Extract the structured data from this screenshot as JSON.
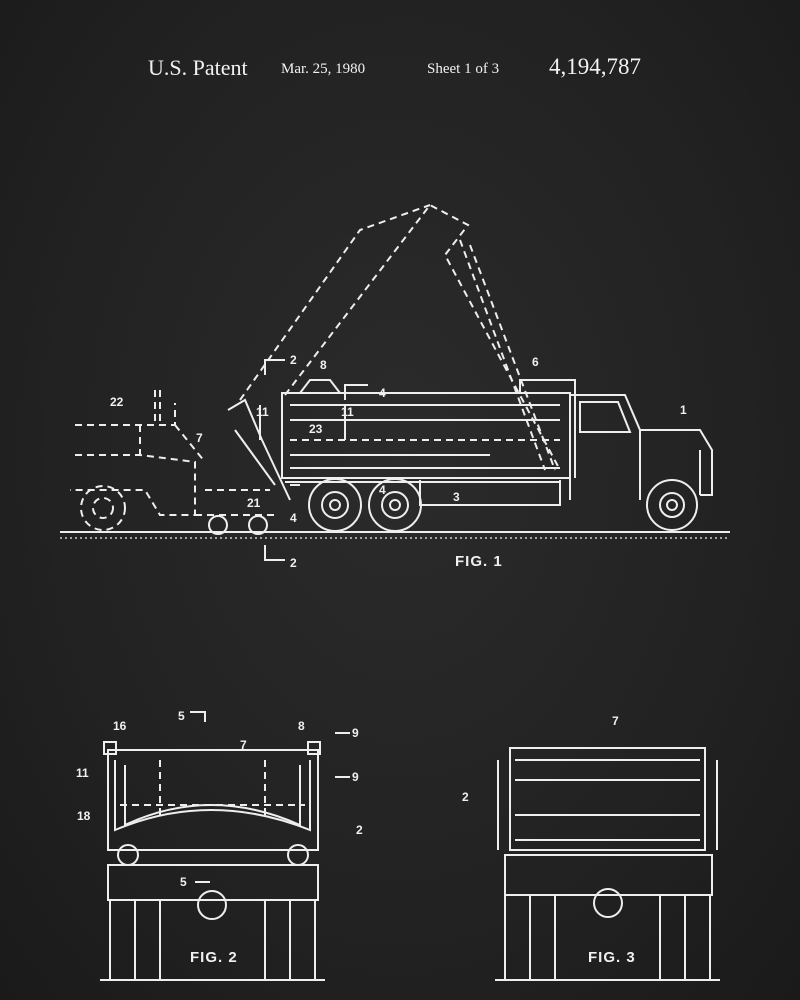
{
  "header": {
    "patent": "U.S. Patent",
    "date": "Mar. 25, 1980",
    "sheet": "Sheet 1 of 3",
    "number": "4,194,787"
  },
  "fig1": {
    "caption": "FIG. 1",
    "labels": [
      "1",
      "3",
      "6",
      "8",
      "2",
      "4",
      "4",
      "22",
      "7",
      "23",
      "21",
      "11",
      "11",
      "4",
      "2"
    ]
  },
  "fig2": {
    "caption": "FIG. 2",
    "labels": [
      "16",
      "5",
      "7",
      "8",
      "9",
      "9",
      "11",
      "18",
      "2",
      "5"
    ]
  },
  "fig3": {
    "caption": "FIG. 3",
    "labels": [
      "7",
      "2"
    ]
  }
}
